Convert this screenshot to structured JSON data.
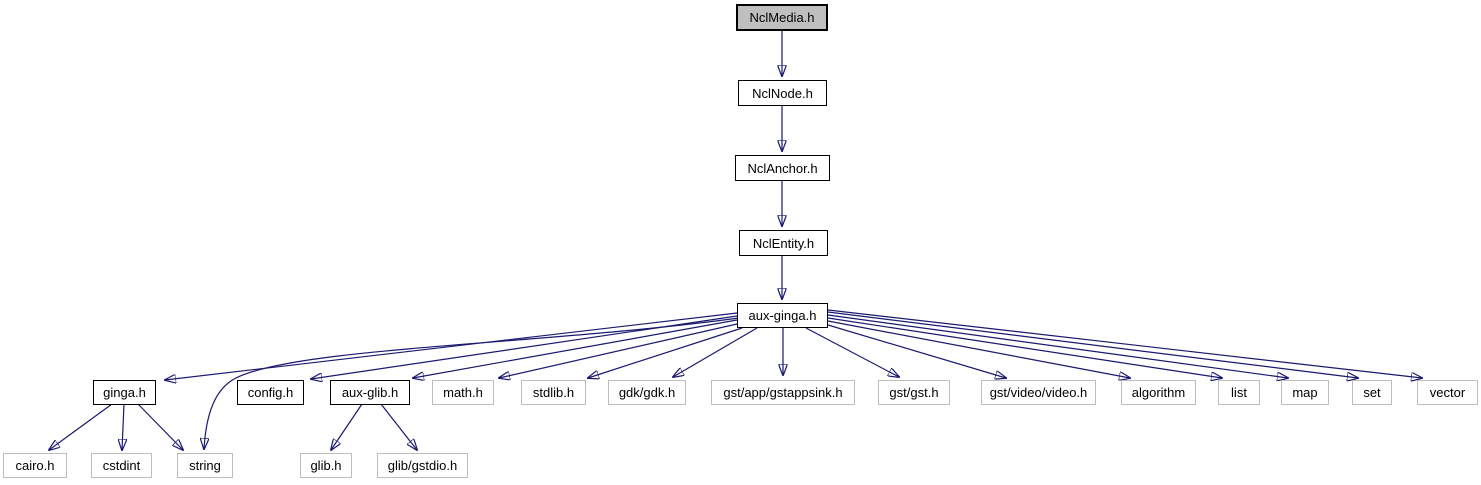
{
  "diagram": {
    "title": "Include dependency graph for NclMedia.h",
    "type": "include-dependency-graph",
    "root": "NclMedia.h",
    "edge_color": "#191970",
    "root_fill_color": "#bfbfbf",
    "node_fill_color": "#ffffff"
  },
  "nodes": [
    {
      "id": "NclMedia.h",
      "label": "NclMedia.h",
      "kind": "current"
    },
    {
      "id": "NclNode.h",
      "label": "NclNode.h",
      "kind": "linked"
    },
    {
      "id": "NclAnchor.h",
      "label": "NclAnchor.h",
      "kind": "linked"
    },
    {
      "id": "NclEntity.h",
      "label": "NclEntity.h",
      "kind": "linked"
    },
    {
      "id": "aux-ginga.h",
      "label": "aux-ginga.h",
      "kind": "linked"
    },
    {
      "id": "ginga.h",
      "label": "ginga.h",
      "kind": "linked"
    },
    {
      "id": "config.h",
      "label": "config.h",
      "kind": "linked"
    },
    {
      "id": "aux-glib.h",
      "label": "aux-glib.h",
      "kind": "linked"
    },
    {
      "id": "math.h",
      "label": "math.h",
      "kind": "plain"
    },
    {
      "id": "stdlib.h",
      "label": "stdlib.h",
      "kind": "plain"
    },
    {
      "id": "gdk/gdk.h",
      "label": "gdk/gdk.h",
      "kind": "plain"
    },
    {
      "id": "gst/app/gstappsink.h",
      "label": "gst/app/gstappsink.h",
      "kind": "plain"
    },
    {
      "id": "gst/gst.h",
      "label": "gst/gst.h",
      "kind": "plain"
    },
    {
      "id": "gst/video/video.h",
      "label": "gst/video/video.h",
      "kind": "plain"
    },
    {
      "id": "algorithm",
      "label": "algorithm",
      "kind": "plain"
    },
    {
      "id": "list",
      "label": "list",
      "kind": "plain"
    },
    {
      "id": "map",
      "label": "map",
      "kind": "plain"
    },
    {
      "id": "set",
      "label": "set",
      "kind": "plain"
    },
    {
      "id": "vector",
      "label": "vector",
      "kind": "plain"
    },
    {
      "id": "cairo.h",
      "label": "cairo.h",
      "kind": "plain"
    },
    {
      "id": "cstdint",
      "label": "cstdint",
      "kind": "plain"
    },
    {
      "id": "string",
      "label": "string",
      "kind": "plain"
    },
    {
      "id": "glib.h",
      "label": "glib.h",
      "kind": "plain"
    },
    {
      "id": "glib/gstdio.h",
      "label": "glib/gstdio.h",
      "kind": "plain"
    }
  ],
  "edges": [
    {
      "from": "NclMedia.h",
      "to": "NclNode.h"
    },
    {
      "from": "NclNode.h",
      "to": "NclAnchor.h"
    },
    {
      "from": "NclAnchor.h",
      "to": "NclEntity.h"
    },
    {
      "from": "NclEntity.h",
      "to": "aux-ginga.h"
    },
    {
      "from": "aux-ginga.h",
      "to": "ginga.h"
    },
    {
      "from": "aux-ginga.h",
      "to": "config.h"
    },
    {
      "from": "aux-ginga.h",
      "to": "aux-glib.h"
    },
    {
      "from": "aux-ginga.h",
      "to": "math.h"
    },
    {
      "from": "aux-ginga.h",
      "to": "stdlib.h"
    },
    {
      "from": "aux-ginga.h",
      "to": "gdk/gdk.h"
    },
    {
      "from": "aux-ginga.h",
      "to": "gst/app/gstappsink.h"
    },
    {
      "from": "aux-ginga.h",
      "to": "gst/gst.h"
    },
    {
      "from": "aux-ginga.h",
      "to": "gst/video/video.h"
    },
    {
      "from": "aux-ginga.h",
      "to": "algorithm"
    },
    {
      "from": "aux-ginga.h",
      "to": "list"
    },
    {
      "from": "aux-ginga.h",
      "to": "map"
    },
    {
      "from": "aux-ginga.h",
      "to": "set"
    },
    {
      "from": "aux-ginga.h",
      "to": "vector"
    },
    {
      "from": "aux-ginga.h",
      "to": "string"
    },
    {
      "from": "ginga.h",
      "to": "cairo.h"
    },
    {
      "from": "ginga.h",
      "to": "cstdint"
    },
    {
      "from": "ginga.h",
      "to": "string"
    },
    {
      "from": "aux-glib.h",
      "to": "glib.h"
    },
    {
      "from": "aux-glib.h",
      "to": "glib/gstdio.h"
    }
  ]
}
